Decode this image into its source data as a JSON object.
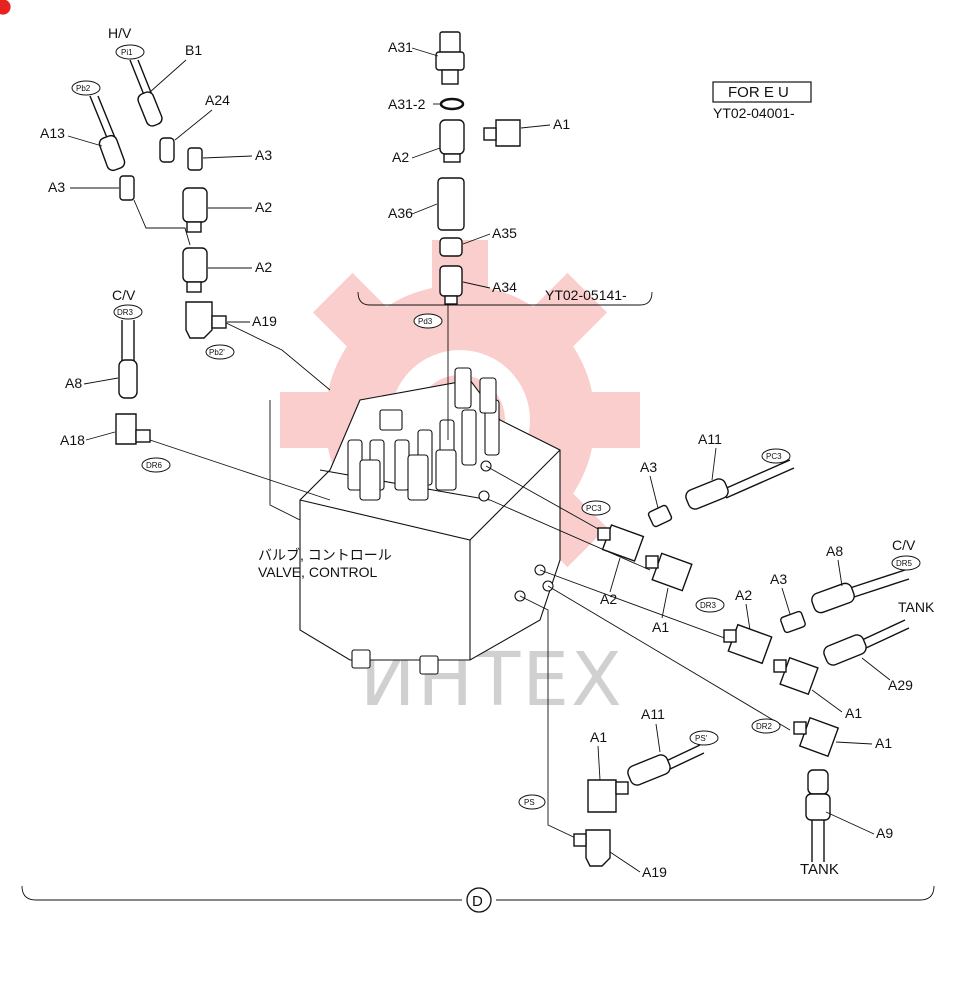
{
  "diagram": {
    "section_letter": "D",
    "edition_label": "FOR E U",
    "edition_serial": "YT02-04001-",
    "inset_serial": "YT02-05141-",
    "valve_label_jp": "バルブ, コントロール",
    "valve_label_en": "VALVE, CONTROL",
    "watermark_text": "ИНТЕХ",
    "watermark_color": "#e8231f",
    "parts": {
      "b1": "B1",
      "a24": "A24",
      "a13": "A13",
      "a3_top": "A3",
      "a3_left": "A3",
      "a2_upper": "A2",
      "a2_lower": "A2",
      "a19_top": "A19",
      "a8_left": "A8",
      "a18": "A18",
      "a31": "A31",
      "a31_2": "A31-2",
      "a1_inset": "A1",
      "a2_inset": "A2",
      "a36": "A36",
      "a35": "A35",
      "a34": "A34",
      "a3_mid": "A3",
      "a11_top": "A11",
      "a2_mid": "A2",
      "a1_mid": "A1",
      "a8_right": "A8",
      "a3_right": "A3",
      "a2_right": "A2",
      "a29": "A29",
      "a1_right": "A1",
      "a1_dr2": "A1",
      "a11_bottom": "A11",
      "a1_bottom": "A1",
      "a9": "A9",
      "a19_bottom": "A19"
    },
    "headers": {
      "hv": "H/V",
      "cv_left": "C/V",
      "cv_right": "C/V",
      "tank_top": "TANK",
      "tank_bottom": "TANK"
    },
    "ports": {
      "pi1": "Pi1",
      "pb2": "Pb2",
      "pb2p": "Pb2'",
      "dr3_left": "DR3",
      "dr6": "DR6",
      "pd3": "Pd3",
      "pc3_right": "PC3",
      "pc3_mid": "PC3",
      "dr5": "DR5",
      "dr3_mid": "DR3",
      "dr2": "DR2",
      "ps_prime": "PS'",
      "ps": "PS"
    }
  }
}
